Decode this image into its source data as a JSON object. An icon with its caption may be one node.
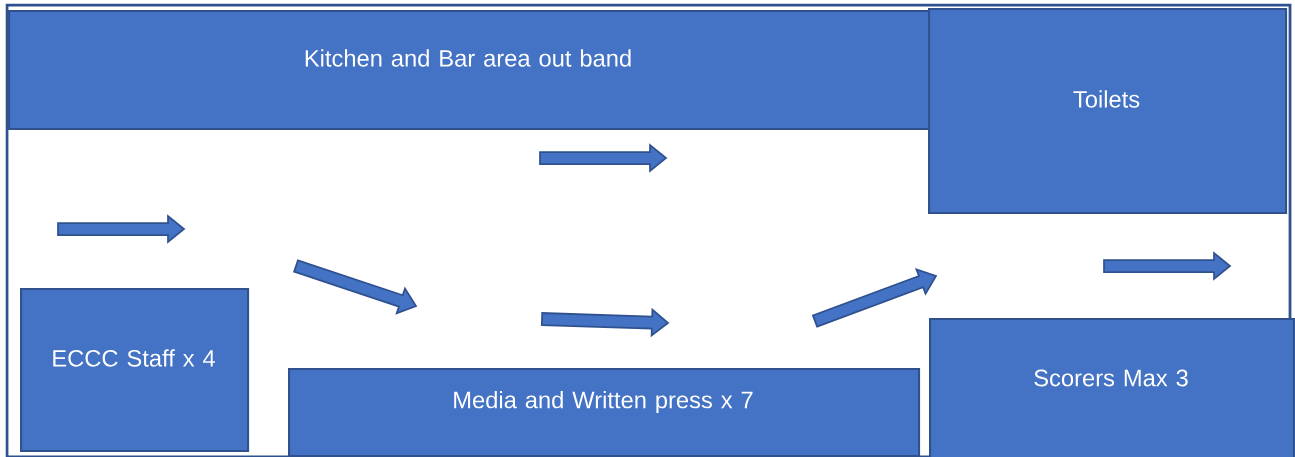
{
  "diagram": {
    "nodes": [
      {
        "text": [
          "Kitchen and Bar area out band"
        ]
      },
      {
        "text": [
          "Toilets"
        ]
      },
      {
        "text": [
          "ECCC Staff x 4"
        ]
      },
      {
        "text": [
          "Media and Written press x 7"
        ]
      },
      {
        "text": [
          "Scorers Max 3"
        ]
      }
    ]
  }
}
